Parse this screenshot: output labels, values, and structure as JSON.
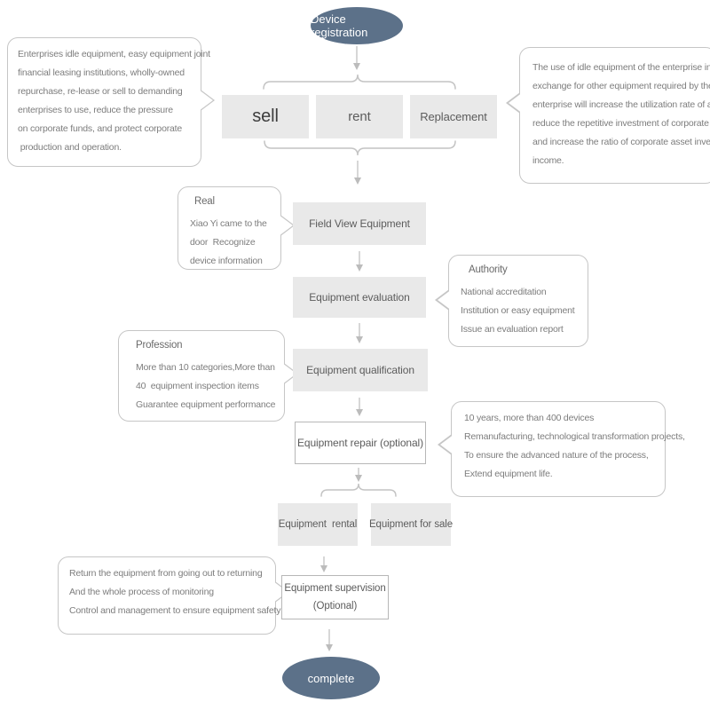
{
  "colors": {
    "node_fill": "#5c7189",
    "node_text": "#ffffff",
    "box_fill": "#e9e9e9",
    "callout_border": "#c6c6c6",
    "connector": "#bcbcbc"
  },
  "start": {
    "label": "Device registration"
  },
  "branch": {
    "sell": "sell",
    "rent": "rent",
    "replacement": "Replacement"
  },
  "steps": {
    "field_view": "Field View Equipment",
    "evaluation": "Equipment evaluation",
    "qualification": "Equipment qualification",
    "repair": "Equipment repair (optional)",
    "rental": "Equipment  rental",
    "sale": "Equipment for sale",
    "supervision": {
      "line1": "Equipment supervision",
      "line2": "(Optional)"
    }
  },
  "callouts": {
    "idle": {
      "lines": [
        "Enterprises idle equipment, easy equipment joint",
        "financial leasing institutions, wholly-owned",
        "repurchase, re-lease or sell to demanding",
        "enterprises to use, reduce the pressure",
        "on corporate funds, and protect corporate",
        " production and operation."
      ]
    },
    "exchange": {
      "lines": [
        "The use of idle equipment of the enterprise in",
        "exchange for other equipment required by the",
        "enterprise will increase the utilization rate of assets,",
        "reduce the repetitive investment of corporate assets,",
        "and increase the ratio of corporate asset investment",
        "income."
      ]
    },
    "real": {
      "title": "Real",
      "lines": [
        "Xiao Yi came to the",
        "door  Recognize",
        "device information"
      ]
    },
    "authority": {
      "title": "Authority",
      "lines": [
        "National accreditation",
        "Institution or easy equipment",
        "Issue an evaluation report"
      ]
    },
    "profession": {
      "title": "Profession",
      "lines": [
        "More than 10 categories,More than",
        "40  equipment inspection items",
        "Guarantee equipment performance"
      ]
    },
    "repair_info": {
      "lines": [
        "10 years, more than 400 devices",
        "Remanufacturing, technological transformation projects,",
        "To ensure the advanced nature of the process,",
        "Extend equipment life."
      ]
    },
    "supervision_info": {
      "lines": [
        "Return the equipment from going out to returning",
        "And the whole process of monitoring",
        "Control and management to ensure equipment safety"
      ]
    }
  },
  "end": {
    "label": "complete"
  }
}
